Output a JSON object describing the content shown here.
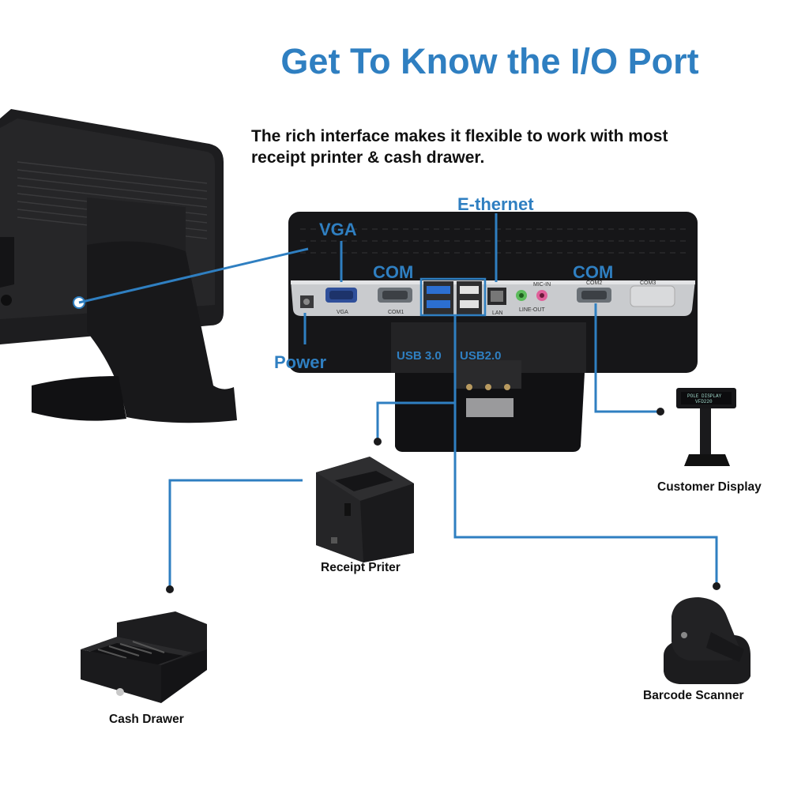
{
  "title": "Get To Know the I/O Port",
  "subtitle": {
    "line1": "The rich interface makes it flexible to work with most",
    "line2": "receipt printer & cash drawer."
  },
  "ports": {
    "ethernet": "E-thernet",
    "vga": "VGA",
    "com_left": "COM",
    "com_right": "COM",
    "power": "Power",
    "usb30": "USB 3.0",
    "usb20": "USB2.0"
  },
  "panel_silkscreen": {
    "vga": "VGA",
    "com1": "COM1",
    "lan": "LAN",
    "mic_in": "MIC-IN",
    "line_out": "LINE-OUT",
    "com2": "COM2",
    "com3": "COM3"
  },
  "devices": {
    "customer_display": "Customer Display",
    "receipt_printer": "Receipt Priter",
    "cash_drawer": "Cash Drawer",
    "barcode_scanner": "Barcode Scanner"
  },
  "pole_display_text": {
    "line1": "POLE DISPLAY",
    "line2": "VFD220"
  },
  "colors": {
    "accent": "#2f7fc1",
    "text": "#111111",
    "device_body": "#1c1c1e"
  }
}
